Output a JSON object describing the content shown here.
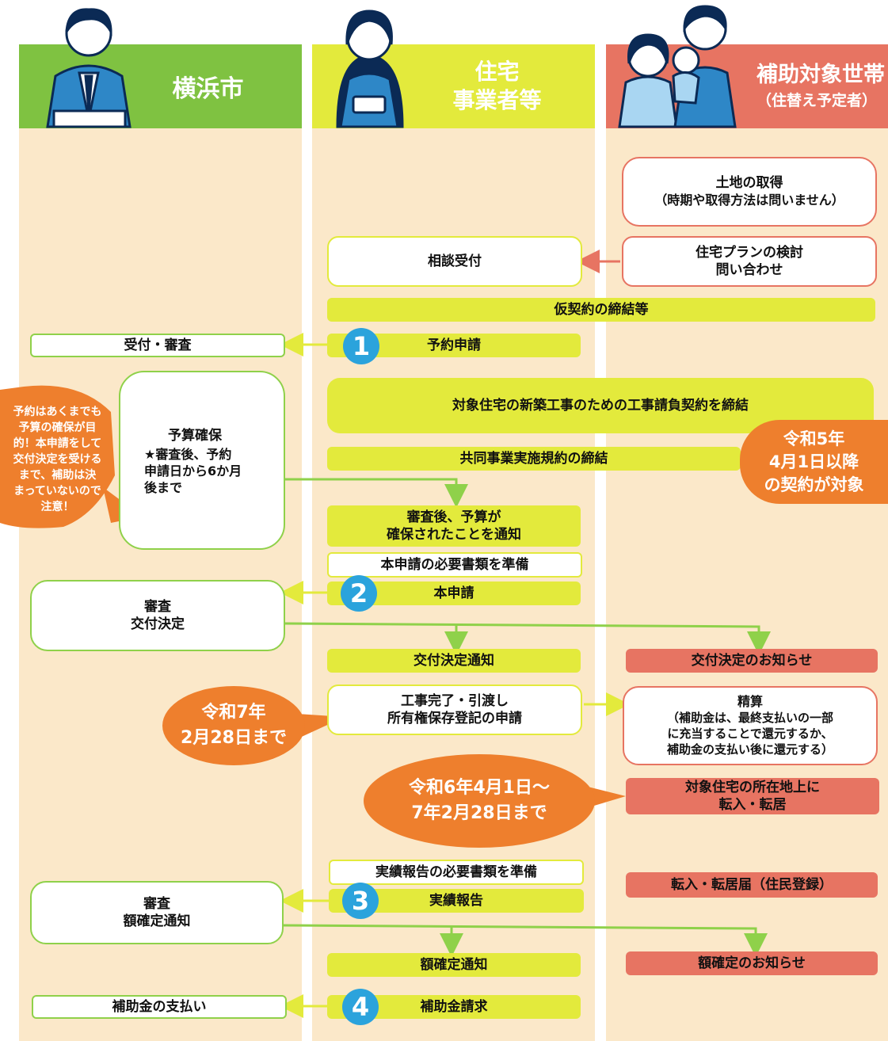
{
  "columns": {
    "city": {
      "title": "横浜市",
      "color": "#7fc241"
    },
    "builder": {
      "title_line1": "住宅",
      "title_line2": "事業者等",
      "color": "#e3ea3c"
    },
    "household": {
      "title_line1": "補助対象世帯",
      "title_line2": "（住替え予定者）",
      "color": "#e77462"
    }
  },
  "steps": {
    "land": {
      "line1": "土地の取得",
      "line2": "（時期や取得方法は問いません）"
    },
    "consult_received": "相談受付",
    "plan": {
      "line1": "住宅プランの検討",
      "line2": "問い合わせ"
    },
    "provisional_contract": "仮契約の締結等",
    "reception_review": "受付・審査",
    "reservation_application": "予約申請",
    "construction_contract": "対象住宅の新築工事のための工事請負契約を締結",
    "budget": {
      "line1": "予算確保",
      "line2": "★審査後、予約",
      "line3": "申請日から6か月",
      "line4": "後まで"
    },
    "joint_agreement": "共同事業実施規約の締結",
    "budget_notice": {
      "line1": "審査後、予算が",
      "line2": "確保されたことを通知"
    },
    "prepare_main": "本申請の必要書類を準備",
    "main_application": "本申請",
    "review_grant": {
      "line1": "審査",
      "line2": "交付決定"
    },
    "grant_notice": "交付決定通知",
    "grant_inform": "交付決定のお知らせ",
    "completion": {
      "line1": "工事完了・引渡し",
      "line2": "所有権保存登記の申請"
    },
    "settlement": {
      "line1": "精算",
      "line2": "（補助金は、最終支払いの一部",
      "line3": "に充当することで還元するか、",
      "line4": "補助金の支払い後に還元する）"
    },
    "move_in": {
      "line1": "対象住宅の所在地上に",
      "line2": "転入・転居"
    },
    "prepare_report": "実績報告の必要書類を準備",
    "report": "実績報告",
    "resident_registration": "転入・転居届（住民登録）",
    "review_amount": {
      "line1": "審査",
      "line2": "額確定通知"
    },
    "amount_notice": "額確定通知",
    "amount_inform": "額確定のお知らせ",
    "payment": "補助金の支払い",
    "claim": "補助金請求"
  },
  "numbers": [
    "1",
    "2",
    "3",
    "4"
  ],
  "callouts": {
    "caution": {
      "line1": "予約はあくまでも",
      "line2": "予算の確保が目",
      "line3": "的！本申請をして",
      "line4": "交付決定を受ける",
      "line5": "まで、補助は決",
      "line6": "まっていないので",
      "line7": "注意！"
    },
    "contract_date": {
      "line1": "令和5年",
      "line2": "4月1日以降",
      "line3": "の契約が対象"
    },
    "deadline": {
      "line1": "令和7年",
      "line2": "2月28日まで"
    },
    "move_period": {
      "line1": "令和6年4月1日～",
      "line2": "7年2月28日まで"
    }
  },
  "colors": {
    "orange": "#ee7f2d",
    "green_line": "#8fd14a",
    "yellow_line": "#e3ea3c",
    "red_line": "#e77462",
    "number": "#2ba3dc",
    "background": "#fbe8c9"
  }
}
